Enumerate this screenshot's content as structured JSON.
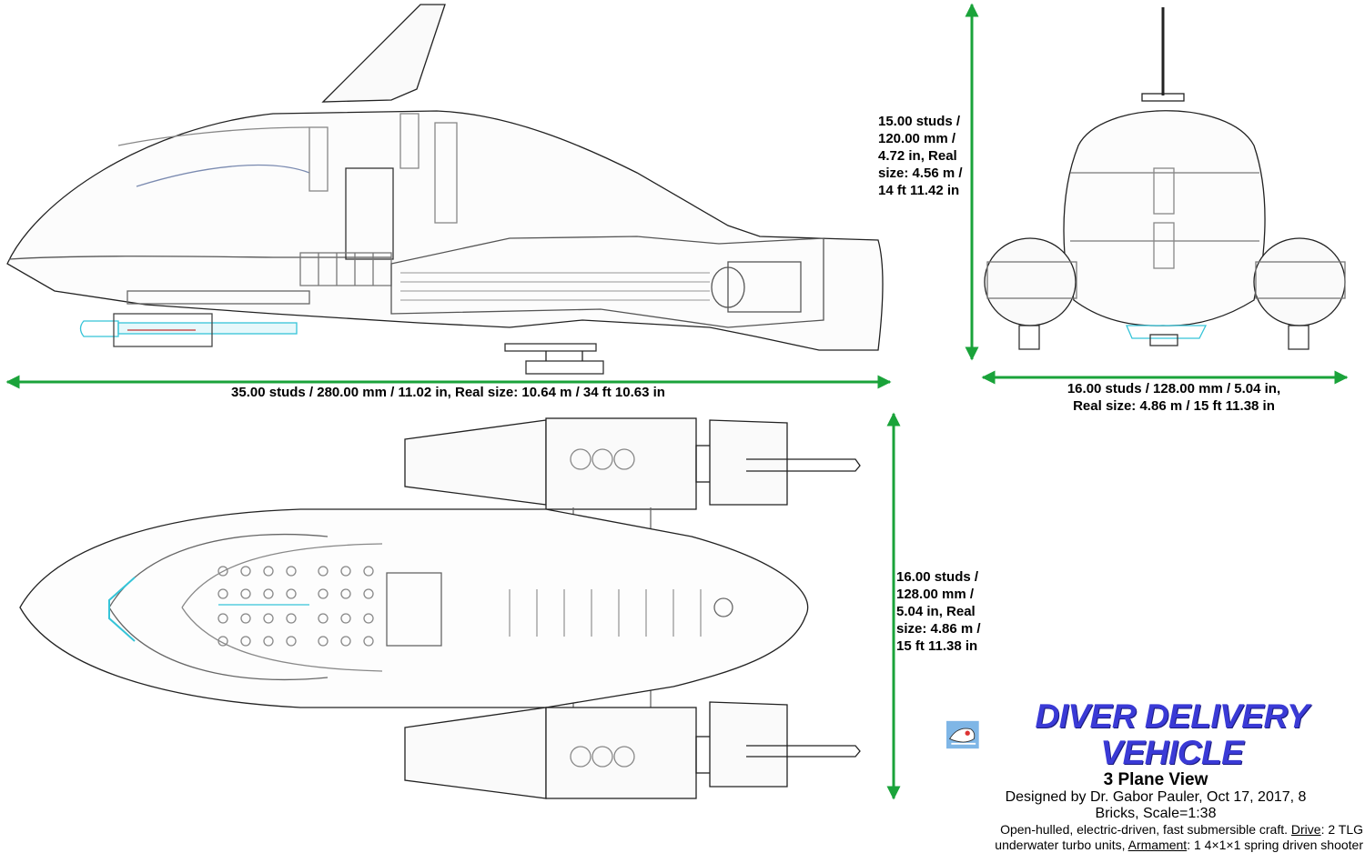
{
  "dimensions": {
    "side_width": "35.00 studs / 280.00 mm / 11.02 in, Real size: 10.64 m / 34 ft 10.63 in",
    "front_height_lines": [
      "15.00 studs /",
      "120.00 mm /",
      "4.72 in, Real",
      "size: 4.56 m /",
      "14 ft 11.42 in"
    ],
    "front_width_lines": [
      "16.00 studs / 128.00 mm / 5.04 in,",
      "Real size: 4.86 m / 15 ft 11.38 in"
    ],
    "top_height_lines": [
      "16.00 studs /",
      "128.00 mm /",
      "5.04 in, Real",
      "size: 4.86 m /",
      "15 ft 11.38 in"
    ]
  },
  "title_block": {
    "title": "DIVER DELIVERY VEHICLE",
    "view_name": "3 Plane View",
    "designer": "Designed by Dr. Gabor Pauler, Oct 17, 2017, 8 Bricks, Scale=1:38",
    "description_intro": "Open-hulled, electric-driven, fast submersible craft.",
    "drive_label": "Drive",
    "drive_text": ": 2 TLG underwater turbo units,",
    "armament_label": "Armament",
    "armament_text": ": 1 4×1×1 spring driven shooter"
  },
  "colors": {
    "dimension_arrow": "#1aa33a",
    "outline": "#222222",
    "detail": "#9a9a9a",
    "cyan_part": "#35c4d8",
    "red_part": "#c03030",
    "title_blue": "#3a3ad6"
  }
}
